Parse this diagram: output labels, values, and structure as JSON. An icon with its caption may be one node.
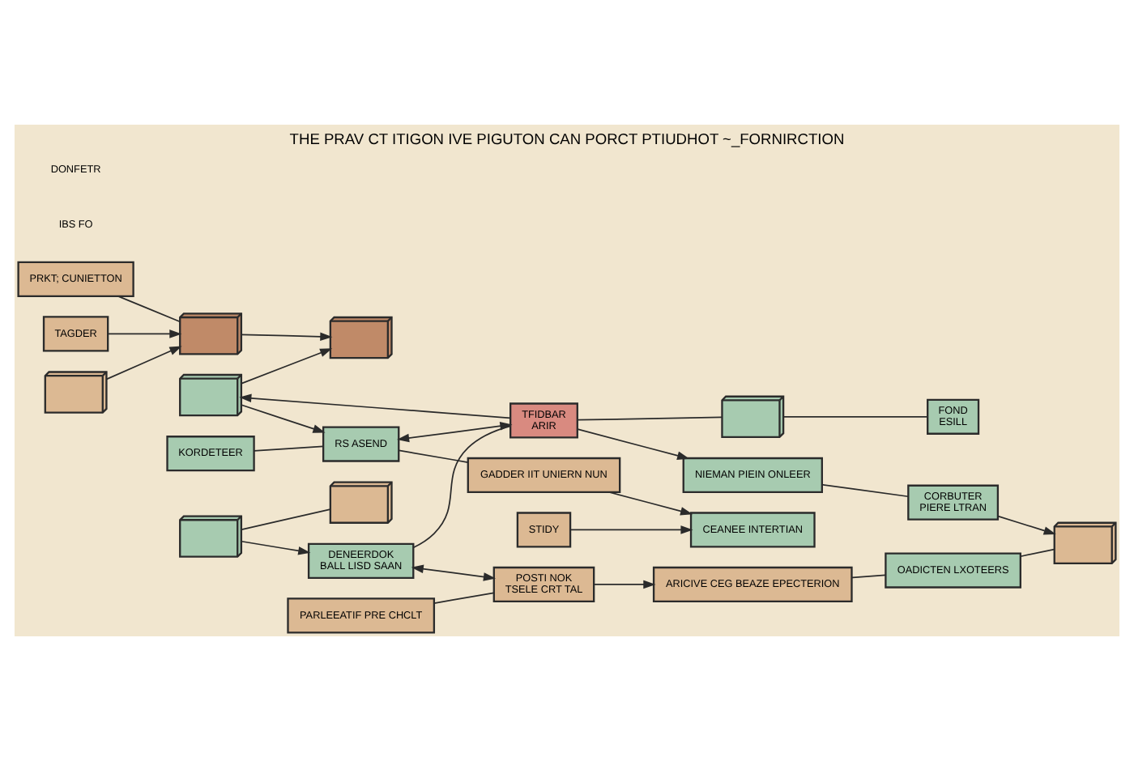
{
  "diagram": {
    "title": "THE PRAV CT ITIGON IVE PIGUTON CAN PORCT PTIUDHOT ~_FORNIRCTION",
    "nodes": [
      {
        "text": [],
        "shape": "picture"
      },
      {
        "text": [
          "PRKT; CUNIETTON"
        ]
      },
      {
        "text": [],
        "shape": "picture"
      },
      {
        "text": [
          "TAGDER"
        ]
      },
      {
        "text": [],
        "shape": "picture"
      },
      {
        "text": [],
        "shape": "picture"
      },
      {
        "text": [],
        "shape": "picture"
      },
      {
        "text": [],
        "shape": "picture"
      },
      {
        "text": [
          "DENEERDOK",
          "BALL LISD SAAN"
        ]
      },
      {
        "text": [
          "POSTI NOK",
          "TSELE CRT TAL"
        ]
      },
      {
        "text": [
          "PARLEEATIF PRE CHCLT"
        ]
      },
      {
        "text": [
          "TFIDBAR",
          "ARIR"
        ]
      },
      {
        "text": [],
        "shape": "picture"
      },
      {
        "text": [
          "ARICIVE CEG BEAZE EPECTERION"
        ]
      },
      {
        "text": [
          "KORDETEER"
        ]
      },
      {
        "text": [
          "RS ASEND"
        ]
      },
      {
        "text": [
          "FOND",
          "ESILL"
        ]
      },
      {
        "text": [
          "OADICTEN LXOTEERS"
        ]
      },
      {
        "text": [
          "CEANEE INTERTIAN"
        ]
      },
      {
        "text": [
          "STIDY"
        ]
      },
      {
        "text": [
          "GADDER IIT UNIERN NUN"
        ]
      },
      {
        "text": [
          "NIEMAN PIEIN ONLEER"
        ]
      },
      {
        "text": [
          "CORBUTER",
          "PIERE LTRAN"
        ]
      },
      {
        "text": [],
        "shape": "picture"
      }
    ],
    "edges": [
      {
        "from": 5,
        "to": 0,
        "arrow": "to"
      },
      {
        "from": 2,
        "to": 0,
        "arrow": "to"
      },
      {
        "from": 1,
        "to": 2,
        "arrow": "none"
      },
      {
        "from": 3,
        "to": 2,
        "arrow": "to"
      },
      {
        "from": 4,
        "to": 2,
        "arrow": "to"
      },
      {
        "from": 6,
        "to": 8,
        "arrow": "to"
      },
      {
        "from": 6,
        "to": 7,
        "arrow": "none"
      },
      {
        "from": 8,
        "to": 9,
        "arrow": "both"
      },
      {
        "from": 9,
        "to": 13,
        "arrow": "to"
      },
      {
        "from": 10,
        "to": 9,
        "arrow": "none"
      },
      {
        "from": 8,
        "to": 11,
        "arrow": "none"
      },
      {
        "from": 11,
        "to": 5,
        "arrow": "to"
      },
      {
        "from": 11,
        "to": 12,
        "arrow": "none"
      },
      {
        "from": 5,
        "to": 15,
        "arrow": "to"
      },
      {
        "from": 15,
        "to": 11,
        "arrow": "both"
      },
      {
        "from": 14,
        "to": 15,
        "arrow": "none"
      },
      {
        "from": 12,
        "to": 16,
        "arrow": "none"
      },
      {
        "from": 11,
        "to": 21,
        "arrow": "to"
      },
      {
        "from": 20,
        "to": 18,
        "arrow": "to"
      },
      {
        "from": 19,
        "to": 18,
        "arrow": "to"
      },
      {
        "from": 15,
        "to": 20,
        "arrow": "none"
      },
      {
        "from": 21,
        "to": 22,
        "arrow": "none"
      },
      {
        "from": 22,
        "to": 23,
        "arrow": "to"
      },
      {
        "from": 17,
        "to": 23,
        "arrow": "none"
      },
      {
        "from": 13,
        "to": 17,
        "arrow": "none"
      }
    ],
    "labels": [
      "IBS FO",
      "DONFETR"
    ]
  }
}
